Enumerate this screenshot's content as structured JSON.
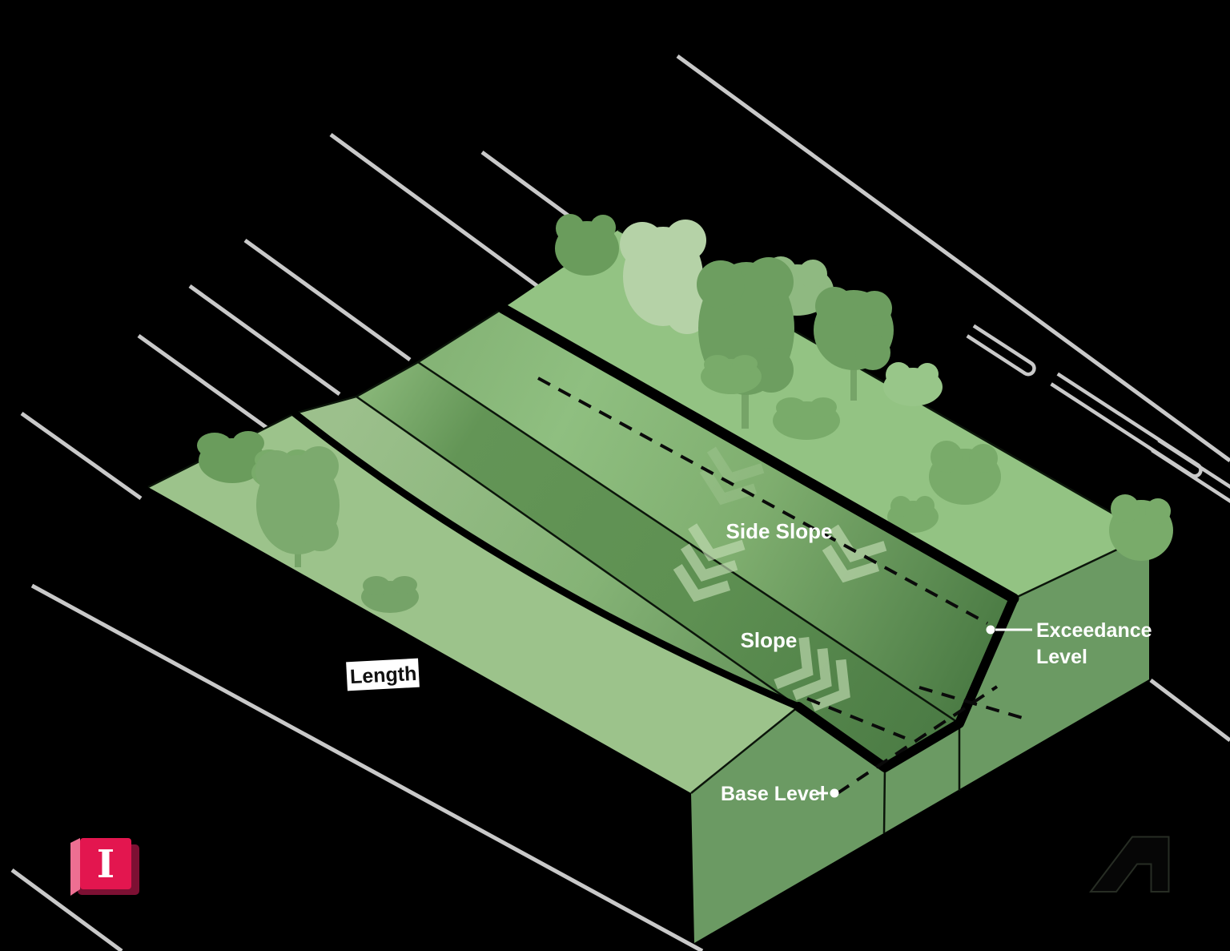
{
  "scene": {
    "description": "Isometric infographic of a drainage ditch cut through green terrain on a black background",
    "background_color": "#000000",
    "labels": {
      "side_slope": "Side Slope",
      "slope": "Slope",
      "exceedance_line1": "Exceedance",
      "exceedance_line2": "Level",
      "base_level": "Base Level",
      "length": "Length"
    },
    "colors": {
      "grass_top": "#93c383",
      "left_bank_strip": "#9cc38b",
      "front_face": "#6b9a63",
      "channel_dark": "#4a7a43",
      "bush": "#79ab6a",
      "bush_dark": "#6a9c5c",
      "tree_dark": "#6d9e60",
      "tree_pale": "#b5d2a7",
      "trunk": "#76a468",
      "chevron": "#c2dcb3",
      "leader_line_gray": "#c9c9c9",
      "dashed_line": "#0a0a0a",
      "label_text_white": "#ffffff",
      "length_text_black": "#111111",
      "length_chip_white": "#ffffff",
      "infraworks_front": "#e3164f",
      "infraworks_spine": "#ee6f92",
      "infraworks_shadow": "#7d1033",
      "autodesk_outline": "#272d24"
    },
    "logos": {
      "infraworks_letter": "I"
    },
    "icons": [
      "infraworks-logo-icon",
      "autodesk-logo-icon",
      "flow-direction-chevron",
      "leader-dot"
    ]
  }
}
